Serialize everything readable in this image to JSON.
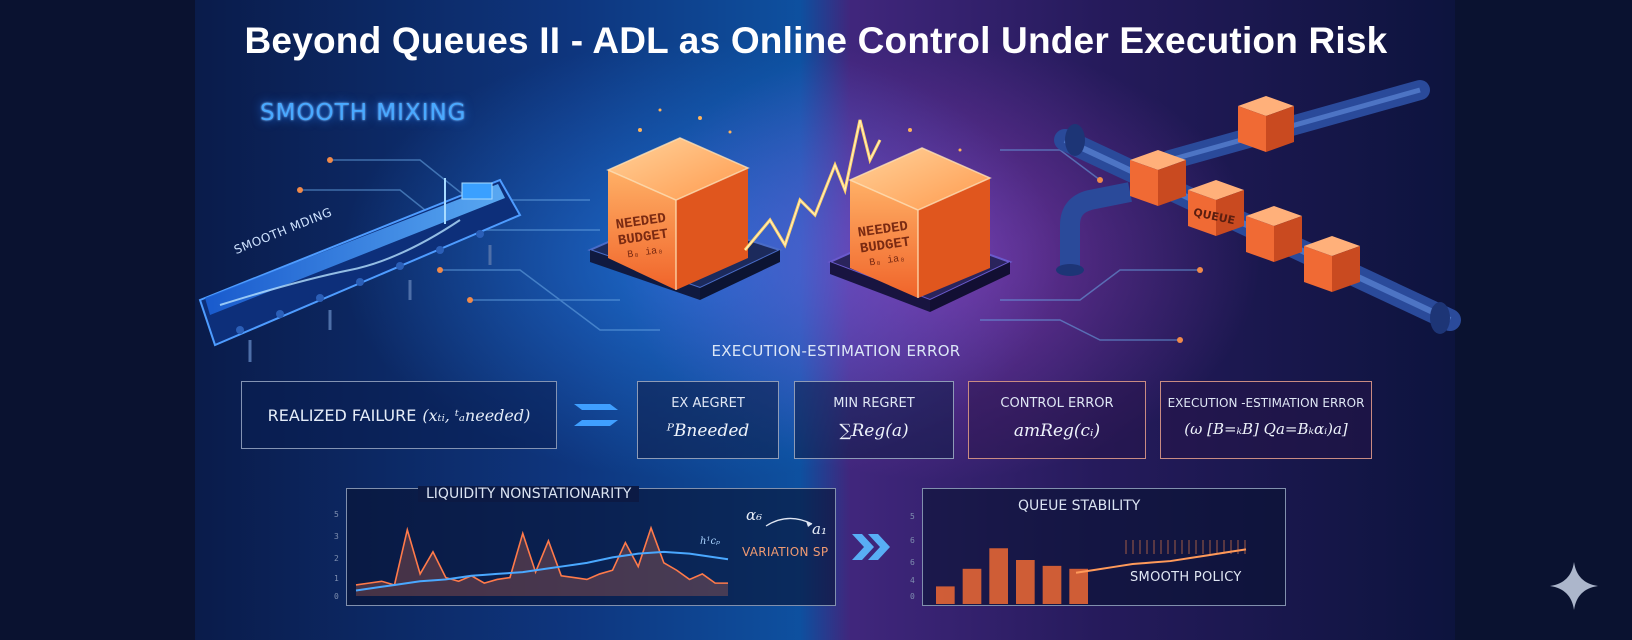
{
  "title": "Beyond Queues II - ADL as Online Control Under Execution Risk",
  "illustration": {
    "smooth_mixing_heading": "SMOOTH MIXING",
    "conveyor_label": "SMOOTH MDING",
    "cube_left_text": [
      "NEEDED",
      "BUDGET",
      "B₀ ia₀"
    ],
    "cube_right_text": [
      "NEEDED",
      "BUDGET",
      "B₀ ia₀"
    ],
    "queue_cube_text": "QUEUE",
    "error_heading": "EXECUTION-ESTIMATION ERROR"
  },
  "realized_failure": {
    "label": "REALIZED FAILURE",
    "math": "(xₜᵢ, ᵗₐneeded)"
  },
  "metric_boxes": [
    {
      "heading": "EX AEGRET",
      "formula": "ᴾBneeded",
      "tone": "cool"
    },
    {
      "heading": "MIN REGRET",
      "formula": "∑Reg(a)",
      "tone": "cool"
    },
    {
      "heading": "CONTROL ERROR",
      "formula": "amReg(cᵢ)",
      "tone": "warm"
    },
    {
      "heading": "EXECUTION -ESTIMATION ERROR",
      "formula": "(ω [B=ₖB] Qa=Bₖαᵢ)a]",
      "tone": "warm"
    }
  ],
  "left_panel": {
    "title": "LIQUIDITY NONSTATIONARITY",
    "variation_label": "VARIATION SP",
    "alpha_left": "α₆",
    "alpha_right": "a₁",
    "curve_math": "h¹cₚ",
    "y_ticks": [
      "5",
      "3",
      "2",
      "1",
      "0"
    ]
  },
  "right_panel": {
    "title": "QUEUE STABILITY",
    "smooth_policy_label": "SMOOTH POLICY",
    "y_ticks": [
      "5",
      "6",
      "6",
      "4",
      "0"
    ]
  },
  "chart_data": [
    {
      "type": "line",
      "title": "LIQUIDITY NONSTATIONARITY",
      "ylim": [
        0,
        5
      ],
      "series": [
        {
          "values": [
            0.6,
            0.7,
            0.8,
            0.6,
            3.6,
            1.2,
            2.4,
            1.0,
            0.8,
            1.1,
            0.7,
            0.9,
            1.0,
            3.4,
            1.3,
            3.0,
            1.1,
            1.0,
            0.9,
            1.2,
            1.4,
            2.9,
            1.6,
            3.7,
            1.8,
            1.4,
            0.9,
            1.2,
            0.7,
            0.7
          ]
        },
        {
          "values": [
            0.3,
            0.4,
            0.5,
            0.6,
            0.7,
            0.8,
            0.85,
            0.9,
            1.0,
            1.1,
            1.15,
            1.2,
            1.25,
            1.3,
            1.4,
            1.5,
            1.6,
            1.7,
            1.8,
            1.95,
            2.1,
            2.2,
            2.3,
            2.35,
            2.4,
            2.35,
            2.3,
            2.2,
            2.1,
            2.0
          ]
        }
      ]
    },
    {
      "type": "bar",
      "title": "QUEUE STABILITY",
      "ylim": [
        0,
        6
      ],
      "values": [
        0.6,
        1.2,
        1.9,
        1.5,
        1.3,
        1.2
      ],
      "series": [
        {
          "values": [
            1.2,
            1.3,
            1.4,
            1.5,
            1.55,
            1.6,
            1.7,
            1.8,
            1.9,
            2.0
          ]
        }
      ]
    }
  ],
  "colors": {
    "accent_blue": "#2f8cff",
    "accent_purple": "#8a3fbf",
    "accent_orange": "#ff7a3c",
    "background": "#0a1230"
  },
  "icons": [
    "double-chevron-right-icon",
    "double-chevron-right-icon",
    "sparkle-icon"
  ]
}
